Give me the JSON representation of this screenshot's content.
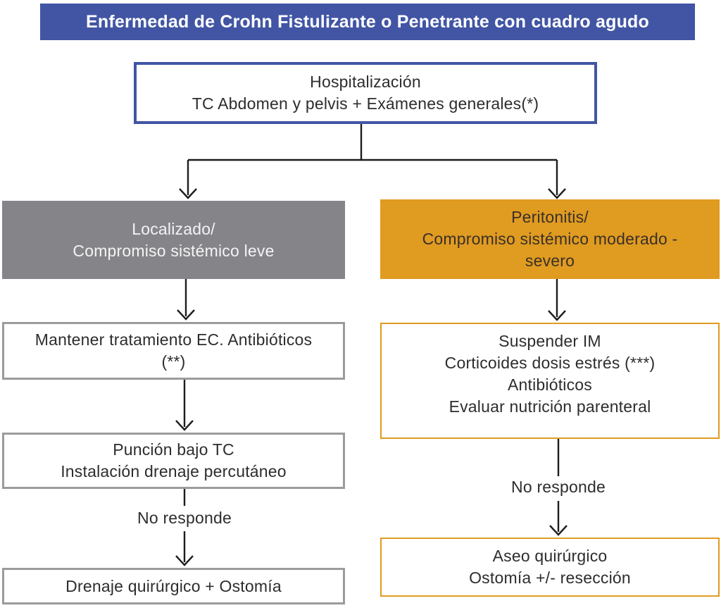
{
  "title": "Enfermedad de Crohn Fistulizante o Penetrante con cuadro agudo",
  "colors": {
    "header_blue": "#4255a4",
    "branch_gray": "#858589",
    "branch_orange": "#e09b21",
    "box_border_gray": "#9b9b9b",
    "text_dark": "#2d2d2d",
    "text_white": "#ffffff"
  },
  "root": {
    "lines": [
      "Hospitalización",
      "TC Abdomen y pelvis + Exámenes generales(*)"
    ]
  },
  "left_branch": {
    "header": {
      "lines": [
        "Localizado/",
        "Compromiso sistémico leve"
      ]
    },
    "step1": {
      "lines": [
        "Mantener tratamiento EC. Antibióticos",
        "(**)"
      ]
    },
    "step2": {
      "lines": [
        "Punción bajo TC",
        "Instalación drenaje percutáneo"
      ]
    },
    "no_response_label": "No responde",
    "step3": {
      "lines": [
        "Drenaje quirúrgico + Ostomía"
      ]
    }
  },
  "right_branch": {
    "header": {
      "lines": [
        "Peritonitis/",
        "Compromiso sistémico moderado -",
        "severo"
      ]
    },
    "step1": {
      "lines": [
        "Suspender IM",
        "Corticoides dosis estrés (***)",
        "Antibióticos",
        "Evaluar nutrición parenteral"
      ]
    },
    "no_response_label": "No responde",
    "step2": {
      "lines": [
        "Aseo quirúrgico",
        "Ostomía +/- resección"
      ]
    }
  }
}
